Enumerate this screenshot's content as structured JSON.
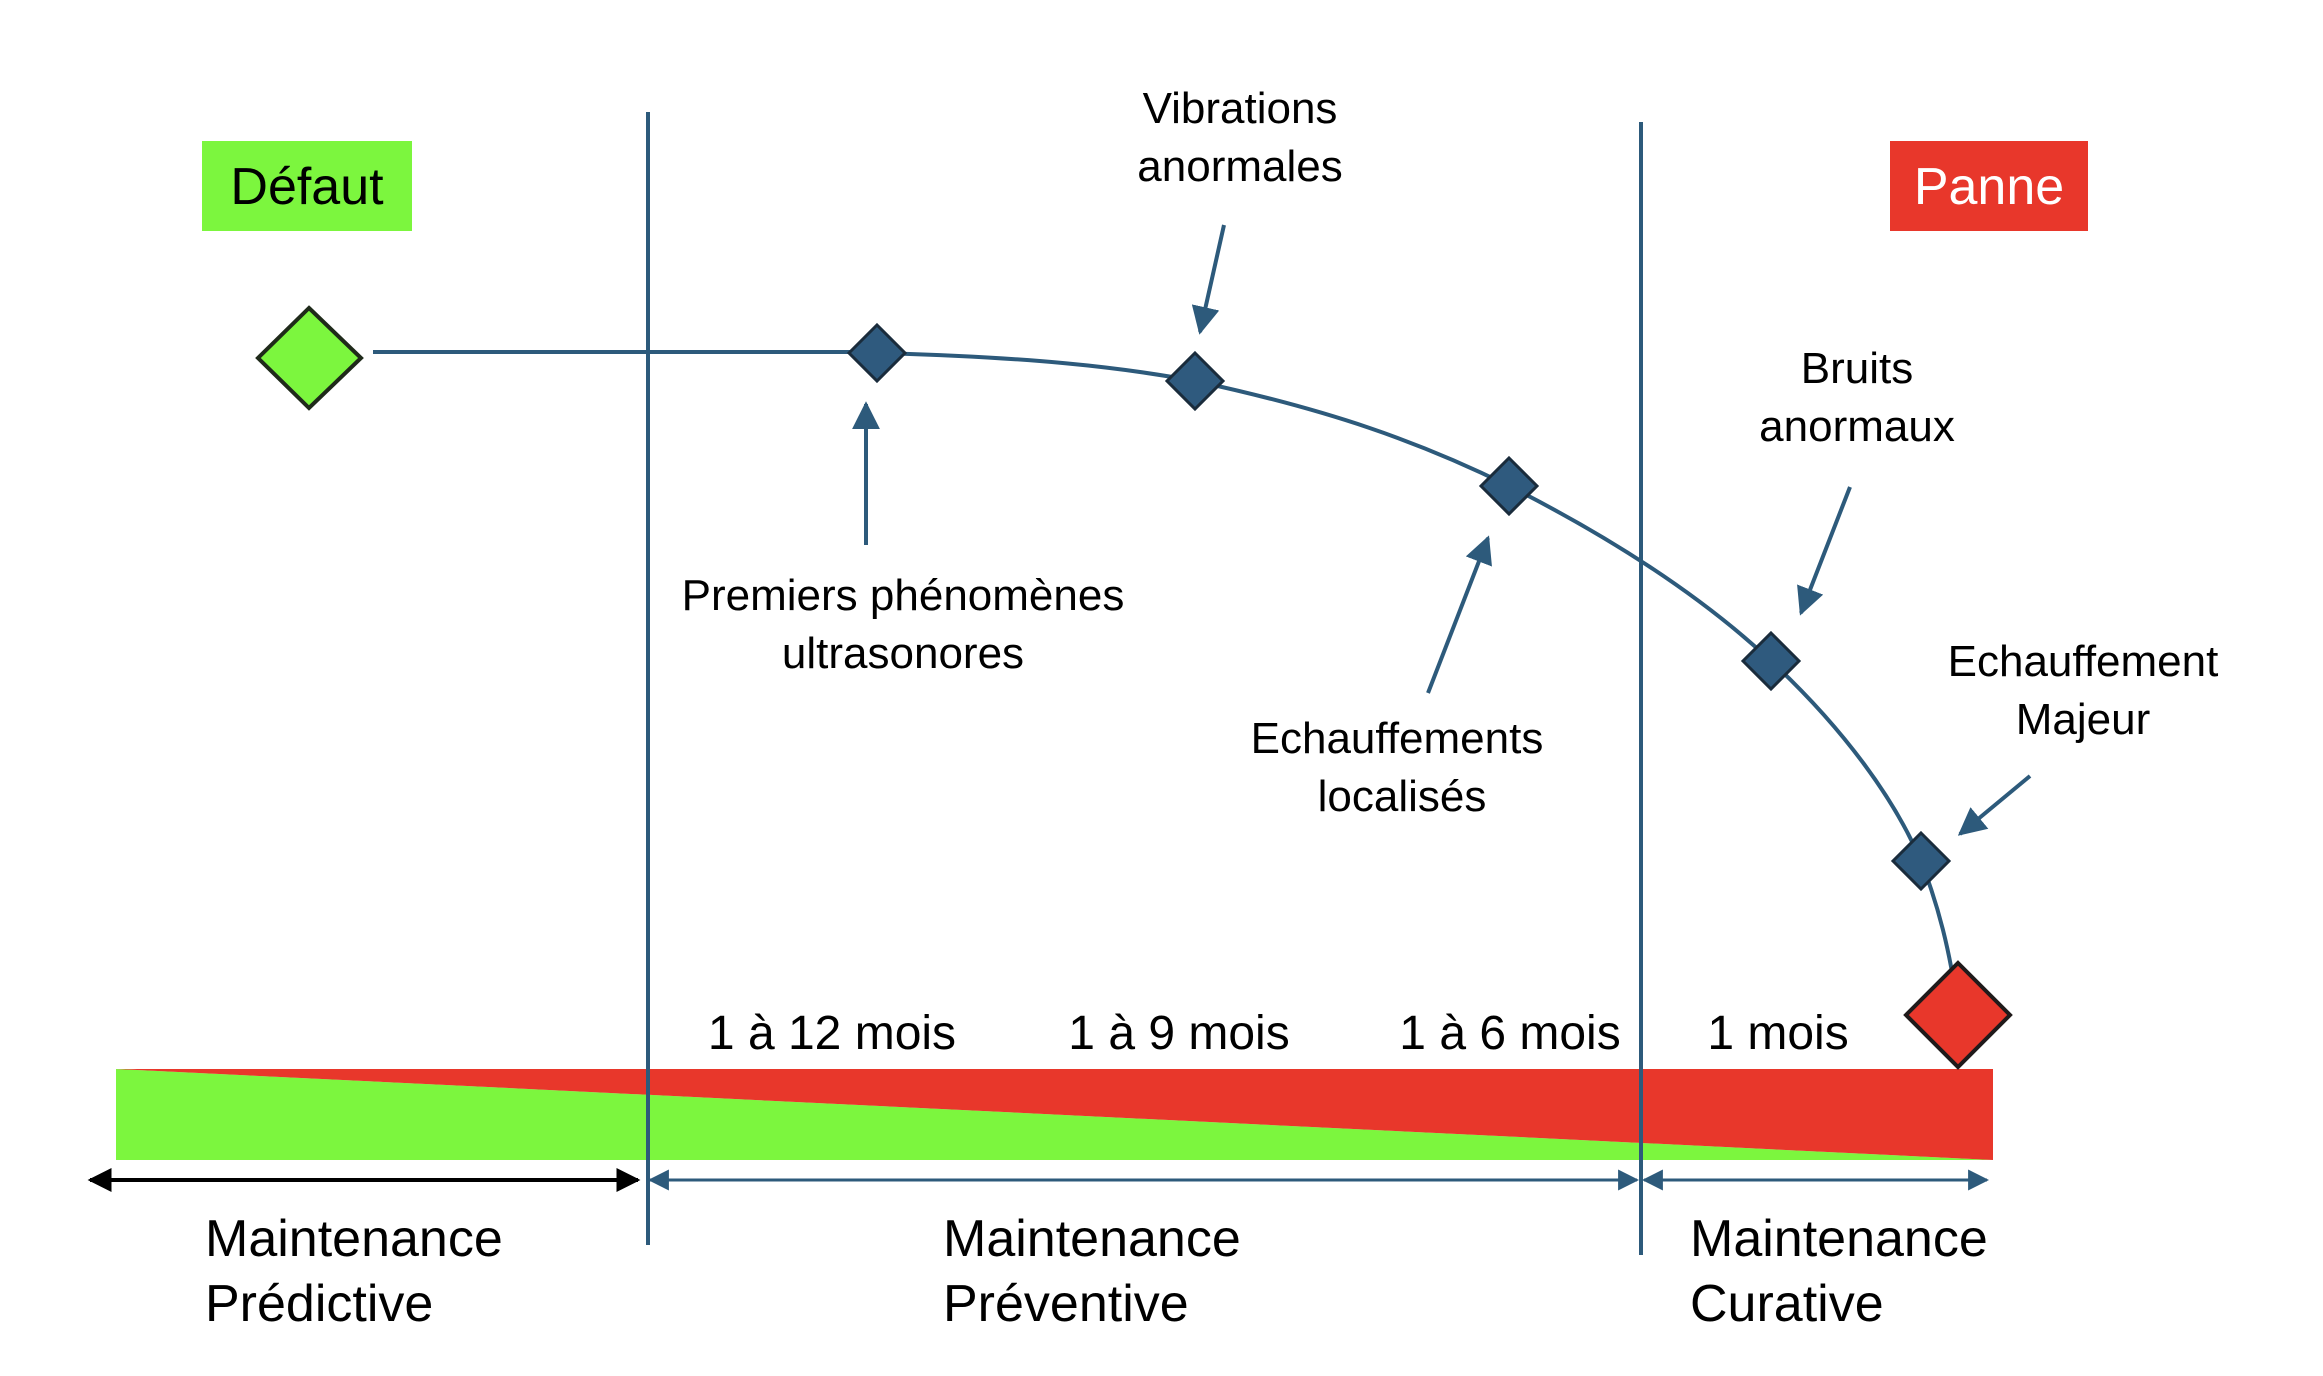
{
  "badges": {
    "defaut": {
      "label": "Défaut",
      "color": "#7cf63e"
    },
    "panne": {
      "label": "Panne",
      "color": "#e8372b"
    }
  },
  "annotations": {
    "vibrations": [
      "Vibrations",
      "anormales"
    ],
    "premiers": [
      "Premiers phénomènes",
      "ultrasonores"
    ],
    "echauffements": [
      "Echauffements",
      "localisés"
    ],
    "bruits": [
      "Bruits",
      "anormaux"
    ],
    "echauffement_majeur": [
      "Echauffement",
      "Majeur"
    ]
  },
  "durations": [
    "1 à 12 mois",
    "1 à 9 mois",
    "1 à 6 mois",
    "1 mois"
  ],
  "phases": [
    [
      "Maintenance",
      "Prédictive"
    ],
    [
      "Maintenance",
      "Préventive"
    ],
    [
      "Maintenance",
      "Curative"
    ]
  ],
  "colors": {
    "curve": "#2d5a7b",
    "marker": "#2f5a7e",
    "marker_stroke": "#1a2c3c",
    "health_green": "#7cf63e",
    "failure_red": "#e8372b"
  },
  "icons": {
    "start_marker": "diamond-green",
    "end_marker": "diamond-red",
    "stage_marker": "diamond-blue"
  }
}
